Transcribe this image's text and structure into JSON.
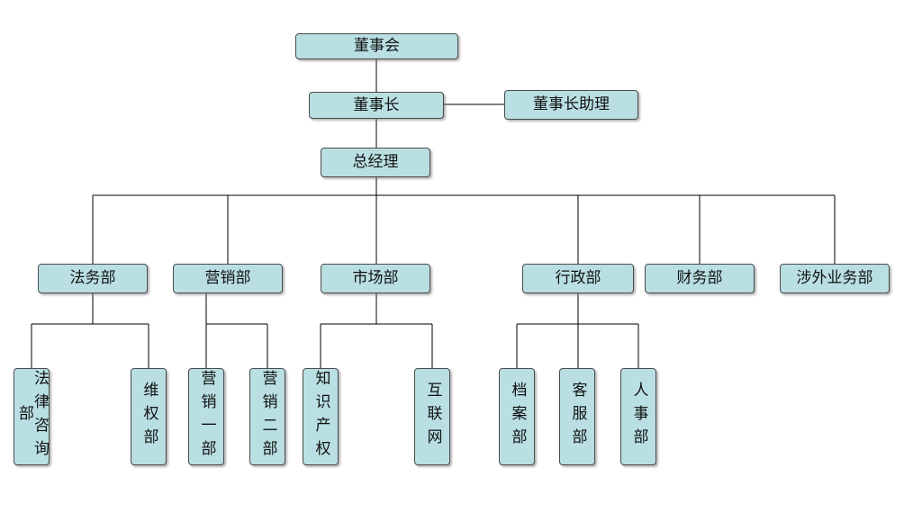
{
  "board": "董事会",
  "chairman": "董事长",
  "assistant": "董事长助理",
  "gm": "总经理",
  "departments": {
    "legal": "法务部",
    "marketing": "营销部",
    "market": "市场部",
    "admin": "行政部",
    "finance": "财务部",
    "foreign": "涉外业务部"
  },
  "subunits": {
    "legal_consult": "法律咨询部",
    "rights": "维权部",
    "sales1": "营销一部",
    "sales2": "营销二部",
    "ip": "知识产权",
    "internet": "互联网",
    "archive": "档案部",
    "service": "客服部",
    "hr": "人事部"
  },
  "colors": {
    "node_fill": "#b9dfe3",
    "line": "#000000"
  }
}
